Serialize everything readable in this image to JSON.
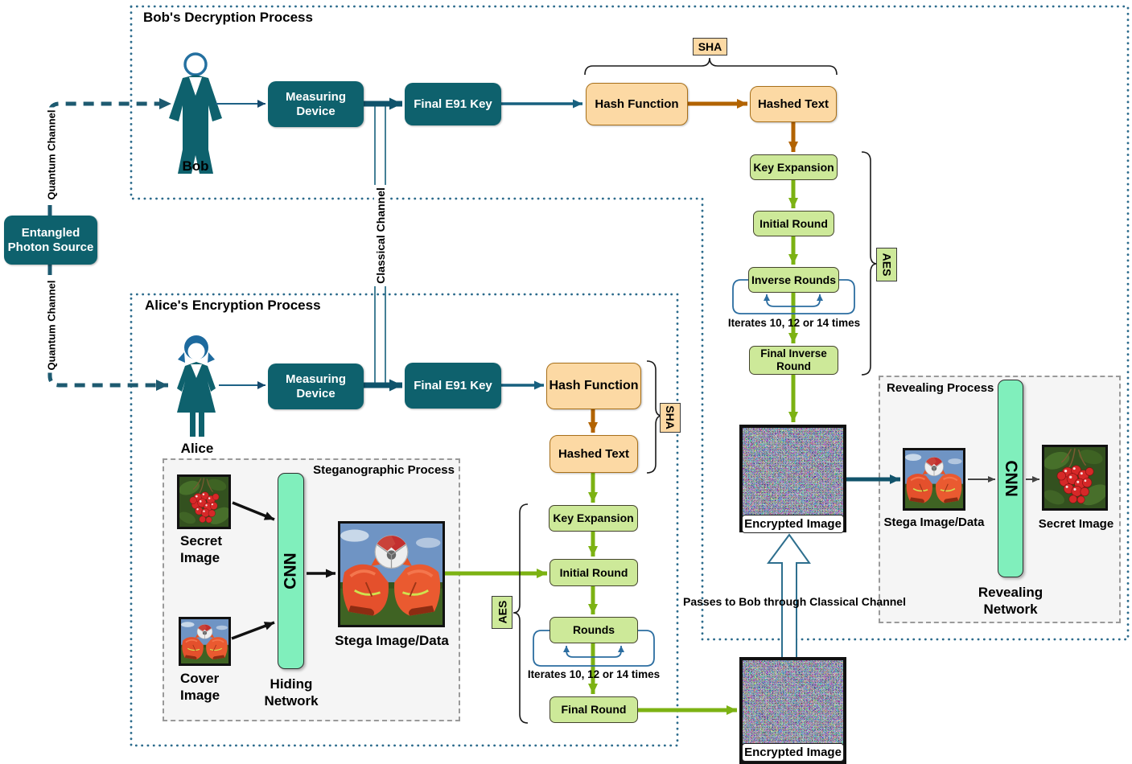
{
  "source": {
    "entangled_photon_source": "Entangled Photon Source"
  },
  "channels": {
    "quantum_top": "Quantum Channel",
    "quantum_bottom": "Quantum Channel",
    "classical": "Classical Channel",
    "passes_note": "Passes to Bob through Classical Channel"
  },
  "bob": {
    "title": "Bob's Decryption Process",
    "actor_label": "Bob",
    "measuring_device": "Measuring Device",
    "final_key": "Final E91 Key",
    "hash_function": "Hash Function",
    "hashed_text": "Hashed Text",
    "sha_badge": "SHA",
    "aes_badge": "AES",
    "key_expansion": "Key Expansion",
    "initial_round": "Initial Round",
    "inverse_rounds": "Inverse Rounds",
    "iterates_note": "Iterates 10, 12 or 14 times",
    "final_inverse_round": "Final Inverse Round",
    "encrypted_image_caption": "Encrypted Image"
  },
  "alice": {
    "title": "Alice's Encryption Process",
    "actor_label": "Alice",
    "measuring_device": "Measuring Device",
    "final_key": "Final E91 Key",
    "hash_function": "Hash Function",
    "hashed_text": "Hashed Text",
    "sha_badge": "SHA",
    "aes_badge": "AES",
    "key_expansion": "Key Expansion",
    "initial_round": "Initial Round",
    "rounds": "Rounds",
    "iterates_note": "Iterates 10, 12 or 14 times",
    "final_round": "Final Round",
    "encrypted_image_caption": "Encrypted Image"
  },
  "stego": {
    "title": "Steganographic Process",
    "secret_image_caption": "Secret Image",
    "cover_image_caption": "Cover Image",
    "cnn_label": "CNN",
    "hiding_network_caption": "Hiding Network",
    "stega_image_caption": "Stega Image/Data"
  },
  "revealing": {
    "title": "Revealing Process",
    "stega_image_caption": "Stega Image/Data",
    "cnn_label": "CNN",
    "secret_image_caption": "Secret Image",
    "revealing_network_caption": "Revealing Network"
  },
  "colors": {
    "teal_node": "#0e616d",
    "teal_arrow": "#17607f",
    "orange_fill": "#fcd9a4",
    "orange_arrow": "#b26300",
    "green_fill": "#cde999",
    "green_arrow": "#7cb213",
    "mint_fill": "#80efbc",
    "loop_blue": "#2b6da0",
    "dotted_border": "#2c6b8c"
  }
}
